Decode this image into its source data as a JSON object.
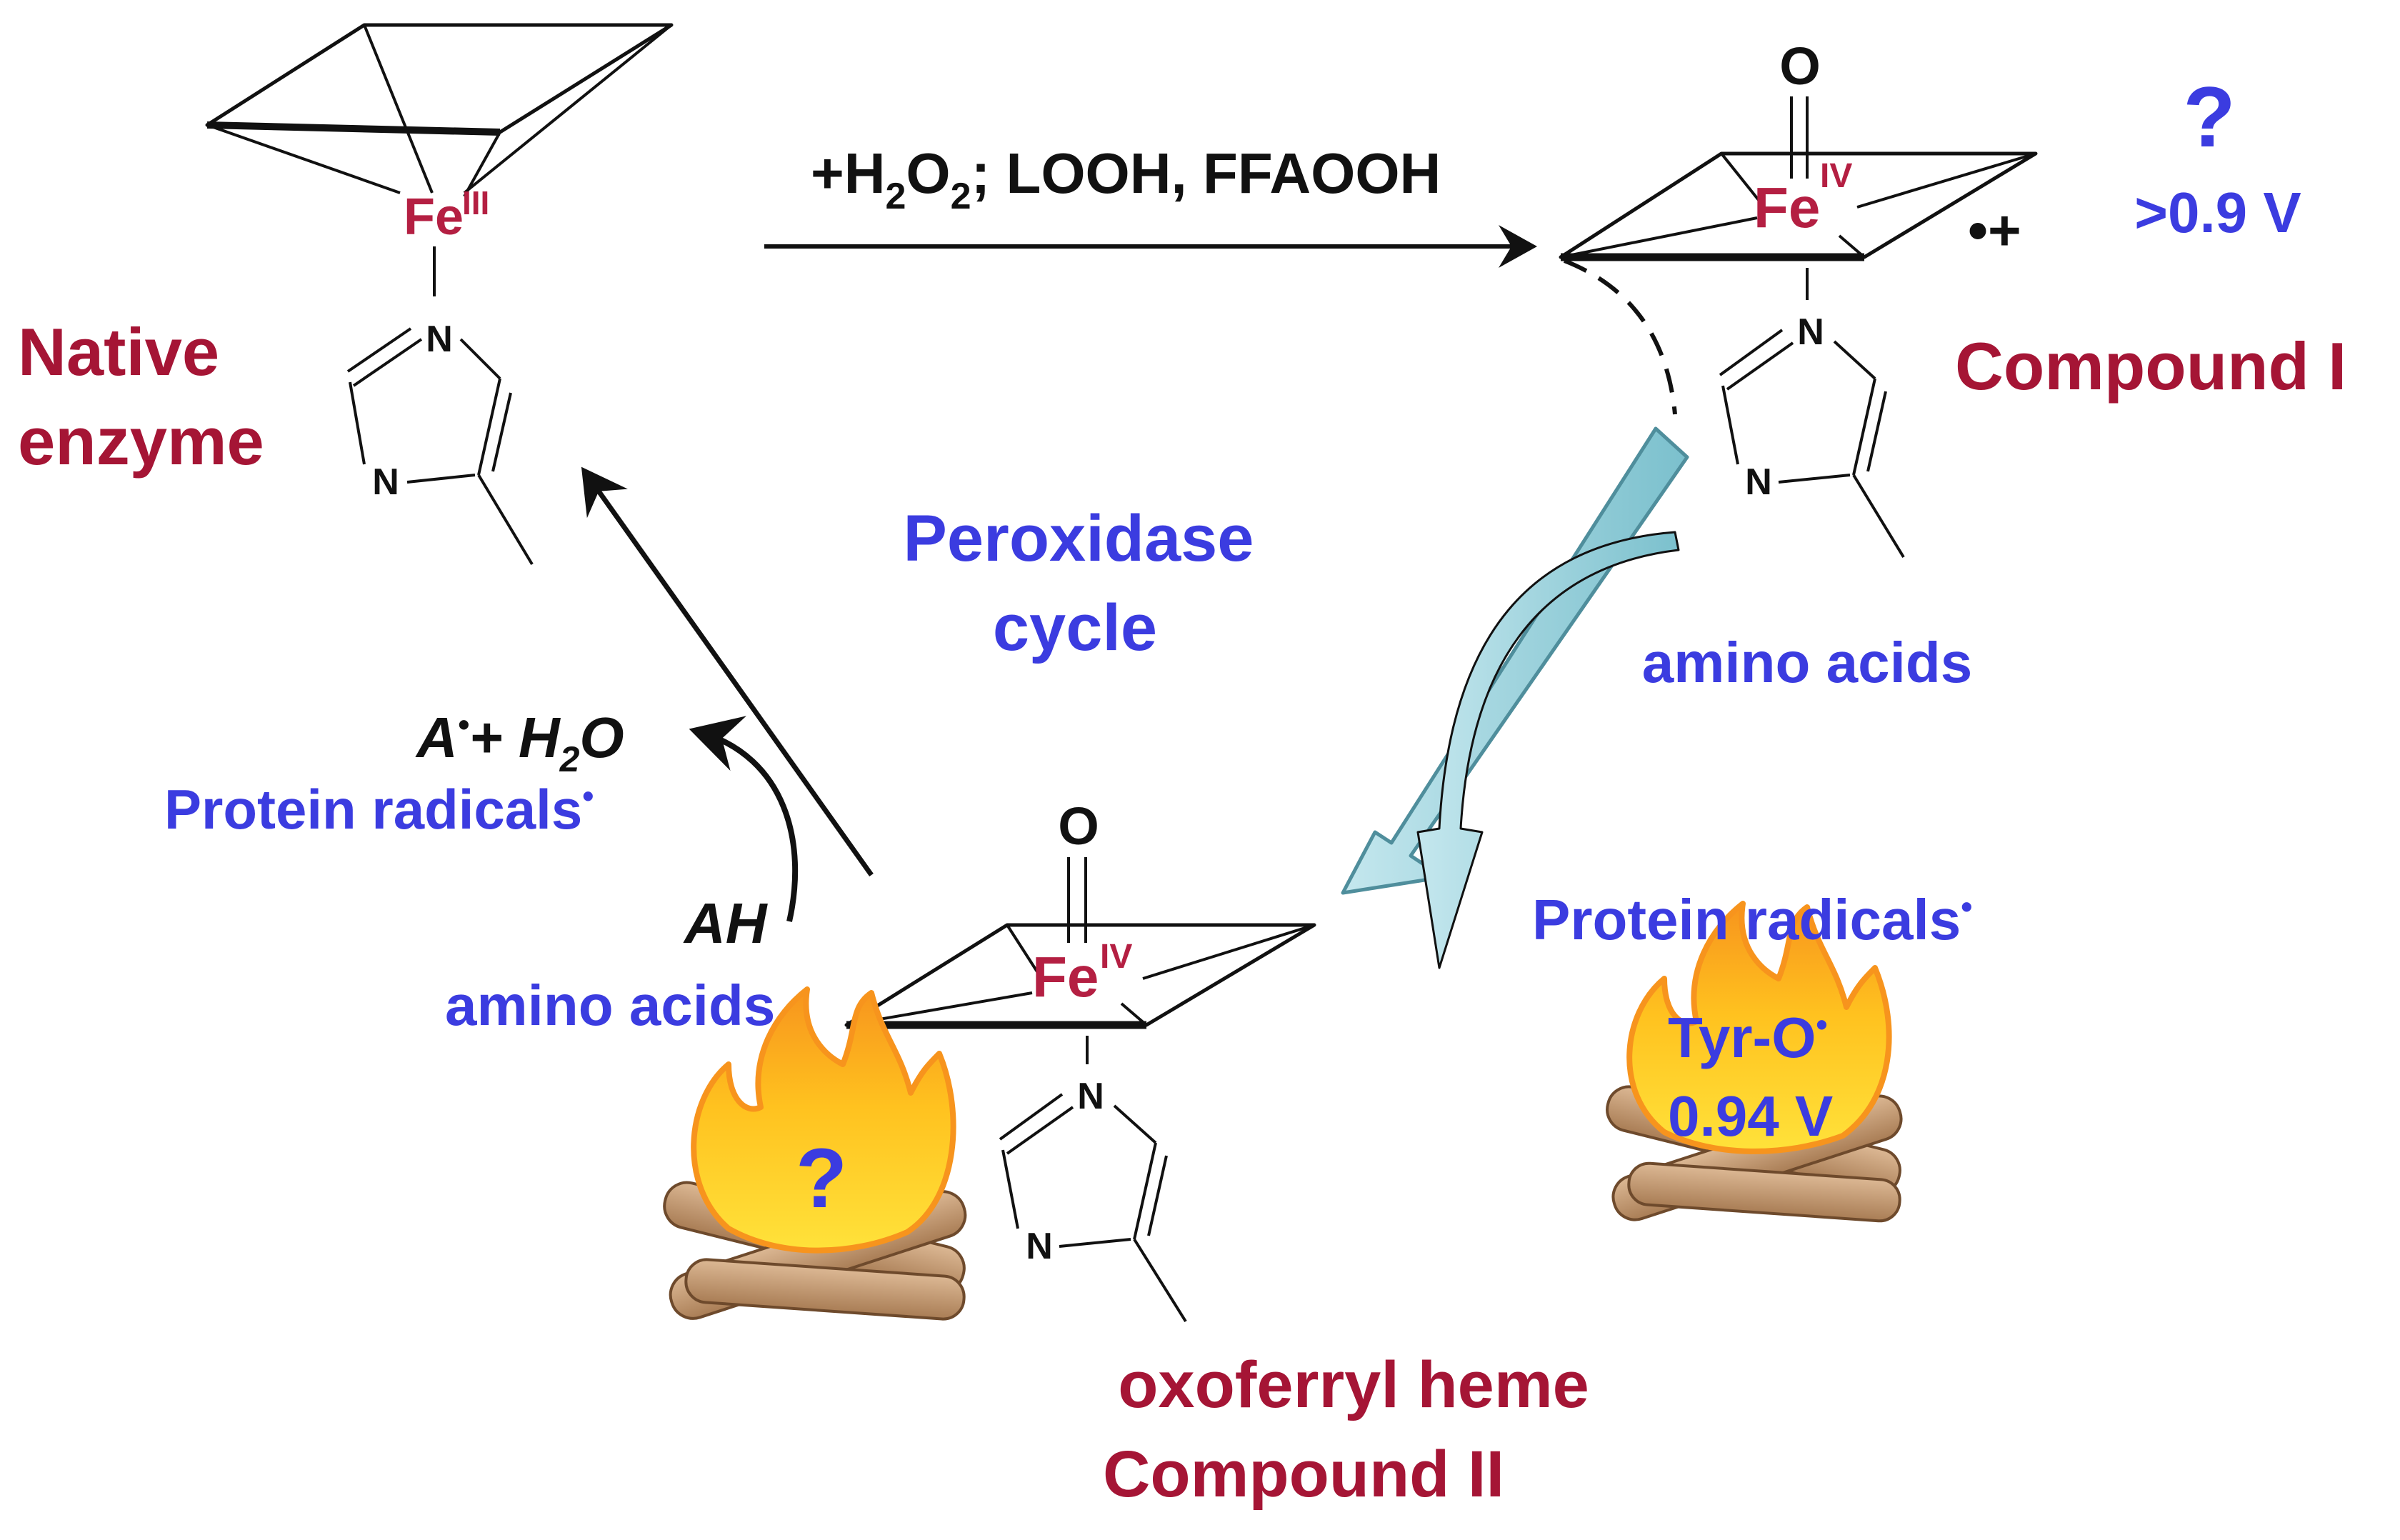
{
  "diagram": {
    "native_enzyme": {
      "line1": "Native",
      "line2": "enzyme",
      "metal": "Fe",
      "oxidation_state": "III"
    },
    "compound_one": {
      "label": "Compound I",
      "metal": "Fe",
      "oxidation_state": "IV",
      "oxo": "O",
      "radical_cation": "•+",
      "question": "?",
      "potential": ">0.9 V"
    },
    "compound_two": {
      "line1": "oxoferryl heme",
      "line2": "Compound II",
      "metal": "Fe",
      "oxidation_state": "IV",
      "oxo": "O"
    },
    "top_reaction": {
      "prefix": "+H",
      "sub_2a": "2",
      "mid": "O",
      "sub_2b": "2",
      "suffix": "; LOOH, FFAOOH"
    },
    "cycle_title": {
      "line1": "Peroxidase",
      "line2": "cycle"
    },
    "right_branch": {
      "amino_acids": "amino acids",
      "protein_radicals": "Protein radicals",
      "radical_dot": "•",
      "tyr_radical": "Tyr-O",
      "tyr_dot": "•",
      "tyr_potential": "0.94 V"
    },
    "left_branch": {
      "product_a": "A",
      "product_dot": "•",
      "product_plus": "+ H",
      "product_sub": "2",
      "product_o": "O",
      "protein_radicals": "Protein radicals",
      "radical_dot": "•",
      "substrate": "AH",
      "amino_acids": "amino acids",
      "fire_question": "?"
    },
    "imidazole_atom": "N",
    "colors": {
      "label_red": "#a51535",
      "label_blue": "#3b3ce0",
      "iron_red": "#b41f42",
      "arrow_teal": "#9fd3dc",
      "flame_orange": "#f7941d",
      "flame_yellow": "#ffe23a",
      "wood_brown": "#c99c73"
    }
  }
}
